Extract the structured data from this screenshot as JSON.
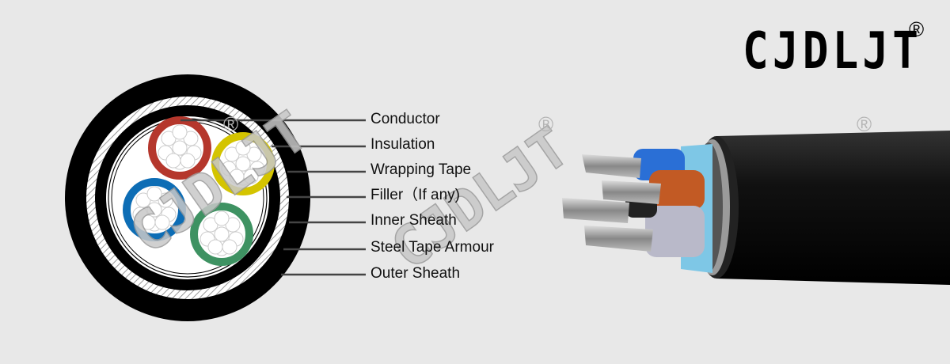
{
  "brand": {
    "logo_text": "CJDLJT",
    "registered_mark": "®"
  },
  "labels": [
    "Conductor",
    "Insulation",
    "Wrapping Tape",
    "Filler（If any)",
    "Inner Sheath",
    "Steel Tape Armour",
    "Outer Sheath"
  ],
  "core_colors": {
    "red": "#b5372c",
    "yellow": "#d4c400",
    "blue": "#0d6db5",
    "green": "#3e9262"
  },
  "watermark": {
    "text": "CJDLJT",
    "mark": "®"
  }
}
